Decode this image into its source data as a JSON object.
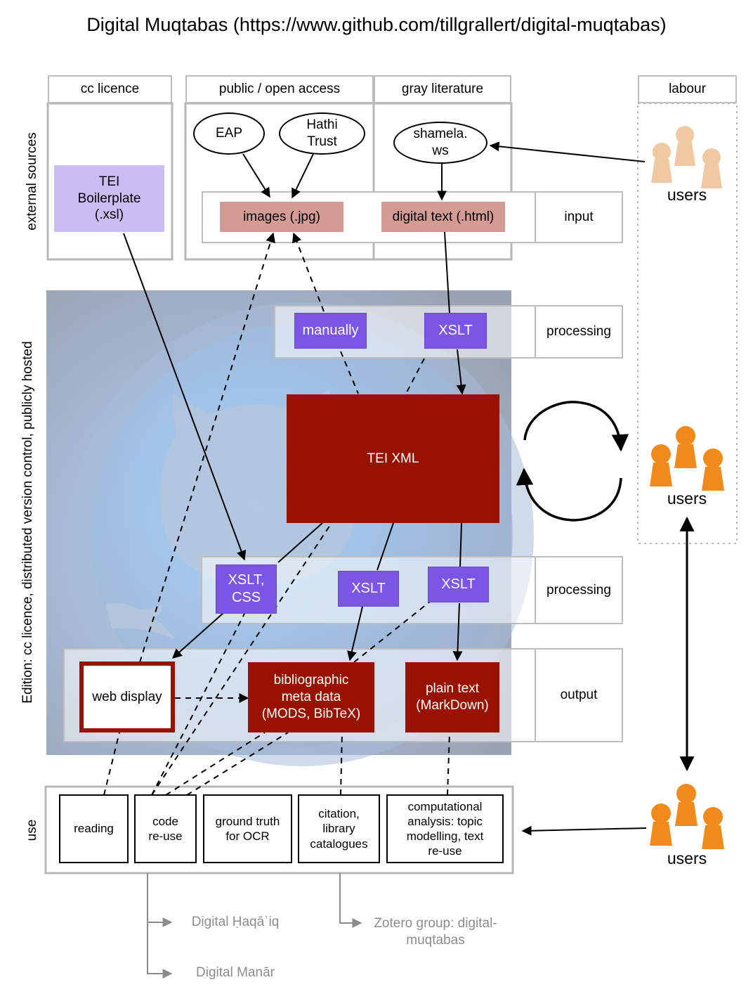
{
  "title": "Digital Muqtabas (https://www.github.com/tillgrallert/digital-muqtabas)",
  "columns": {
    "cc_licence": "cc licence",
    "public_access": "public / open access",
    "gray_literature": "gray literature",
    "labour": "labour"
  },
  "side_labels": {
    "external_sources": "external sources",
    "edition": "Edition: cc licence, distributed version control, publicly hosted",
    "use": "use"
  },
  "sources": {
    "tei_boilerplate": "TEI\nBoilerplate\n(.xsl)",
    "eap": "EAP",
    "hathi": "Hathi\nTrust",
    "shamela": "shamela.\nws"
  },
  "input": {
    "images": "images (.jpg)",
    "digital_text": "digital text (.html)",
    "row_label": "input"
  },
  "processing1": {
    "manually": "manually",
    "xslt": "XSLT",
    "row_label": "processing"
  },
  "core": {
    "tei_xml": "TEI XML"
  },
  "processing2": {
    "xslt_css": "XSLT,\nCSS",
    "xslt_a": "XSLT",
    "xslt_b": "XSLT",
    "row_label": "processing"
  },
  "output": {
    "web_display": "web display",
    "bibliographic": "bibliographic\nmeta data\n(MODS, BibTeX)",
    "plain_text": "plain text\n(MarkDown)",
    "row_label": "output"
  },
  "use": {
    "reading": "reading",
    "code_reuse": "code\nre-use",
    "ground_truth": "ground truth\nfor OCR",
    "citation": "citation,\nlibrary\ncatalogues",
    "computational": "computational\nanalysis: topic\nmodelling, text\nre-use"
  },
  "users": {
    "label": "users"
  },
  "links": {
    "haqaiq": "Digital Ḥaqāʾiq",
    "manar": "Digital Manār",
    "zotero": "Zotero group: digital-\nmuqtabas"
  },
  "colors": {
    "purple": "#7b55e6",
    "dark_red": "#991200",
    "pink": "#d49b95",
    "lavender": "#cabdf4",
    "orange_user": "#f08a1c",
    "beige_user": "#f0c9a3"
  }
}
